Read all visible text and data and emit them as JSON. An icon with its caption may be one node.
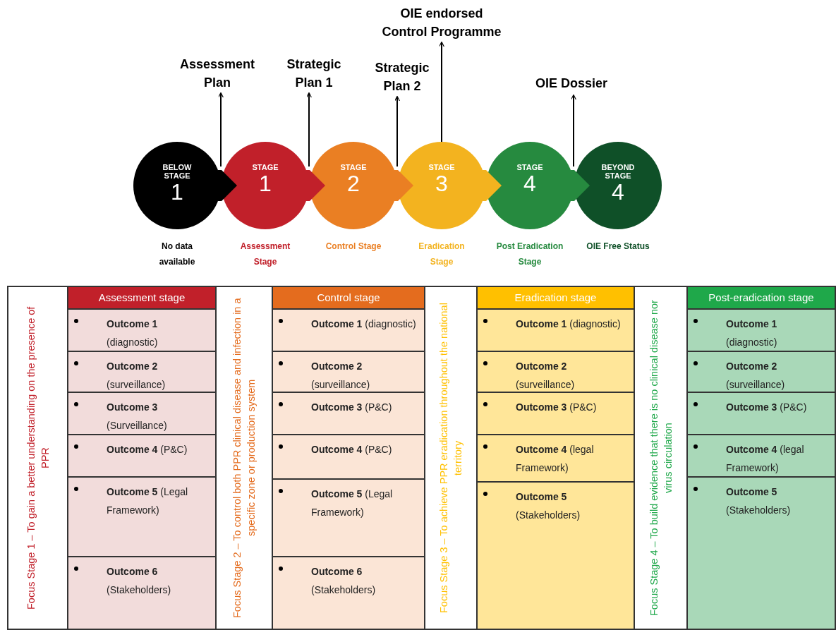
{
  "diagram": {
    "nodes": [
      {
        "text": [
          "Assessment Plan"
        ]
      },
      {
        "text": [
          "Strategic Plan 1"
        ]
      },
      {
        "text": [
          "Strategic Plan 2"
        ]
      },
      {
        "text": [
          "OIE endorsed Control Programme"
        ]
      },
      {
        "text": [
          "OIE Dossier"
        ]
      },
      {
        "text": [
          "BELOW STAGE",
          "1"
        ],
        "beside": [
          "No data available"
        ]
      },
      {
        "text": [
          "STAGE",
          "1"
        ],
        "beside": [
          "Assessment Stage"
        ]
      },
      {
        "text": [
          "STAGE",
          "2"
        ],
        "beside": [
          "Control Stage"
        ]
      },
      {
        "text": [
          "STAGE",
          "3"
        ],
        "beside": [
          "Eradication Stage"
        ]
      },
      {
        "text": [
          "STAGE",
          "4"
        ],
        "beside": [
          "Post Eradication Stage"
        ]
      },
      {
        "text": [
          "BEYOND STAGE",
          "4"
        ],
        "beside": [
          "OIE Free Status"
        ]
      },
      {
        "text": [
          "Focus Stage 1 – To gain a better understanding on the presence of PPR"
        ]
      },
      {
        "text": [
          "Assessment stage"
        ]
      },
      {
        "text": [
          "**Outcome 1** (diagnostic)"
        ],
        "in": 12
      },
      {
        "text": [
          "**Outcome 2** (surveillance)"
        ],
        "in": 12
      },
      {
        "text": [
          "**Outcome 3** (Surveillance)"
        ],
        "in": 12
      },
      {
        "text": [
          "**Outcome 4** (P&C)"
        ],
        "in": 12
      },
      {
        "text": [
          "**Outcome 5** (Legal Framework)"
        ],
        "in": 12
      },
      {
        "text": [
          "**Outcome 6** (Stakeholders)"
        ],
        "in": 12
      },
      {
        "text": [
          "Focus Stage 2 – To control both PPR clinical disease and infection in a specific zone or production system"
        ]
      },
      {
        "text": [
          "Control stage"
        ]
      },
      {
        "text": [
          "**Outcome 1** (diagnostic)"
        ],
        "in": 20
      },
      {
        "text": [
          "**Outcome 2** (surveillance)"
        ],
        "in": 20
      },
      {
        "text": [
          "**Outcome 3** (P&C)"
        ],
        "in": 20
      },
      {
        "text": [
          "**Outcome 4** (P&C)"
        ],
        "in": 20
      },
      {
        "text": [
          "**Outcome 5** (Legal Framework)"
        ],
        "in": 20
      },
      {
        "text": [
          "**Outcome 6** (Stakeholders)"
        ],
        "in": 20
      },
      {
        "text": [
          "Focus Stage 3 – To achieve PPR eradication throughout the national territory"
        ]
      },
      {
        "text": [
          "Eradication stage"
        ]
      },
      {
        "text": [
          "**Outcome 1** (diagnostic)"
        ],
        "in": 28
      },
      {
        "text": [
          "**Outcome 2** (surveillance)"
        ],
        "in": 28
      },
      {
        "text": [
          "**Outcome 3** (P&C)"
        ],
        "in": 28
      },
      {
        "text": [
          "**Outcome 4** (legal Framework)"
        ],
        "in": 28
      },
      {
        "text": [
          "**Outcome 5** (Stakeholders)"
        ],
        "in": 28
      },
      {
        "text": [
          "Focus Stage 4 – To build evidence that there is no clinical disease nor virus circulation"
        ]
      },
      {
        "text": [
          "Post-eradication stage"
        ]
      },
      {
        "text": [
          "**Outcome 1** (diagnostic)"
        ],
        "in": 35
      },
      {
        "text": [
          "**Outcome 2** (surveillance)"
        ],
        "in": 35
      },
      {
        "text": [
          "**Outcome 3** (P&C)"
        ],
        "in": 35
      },
      {
        "text": [
          "**Outcome 4** (legal Framework)"
        ],
        "in": 35
      },
      {
        "text": [
          "**Outcome 5** (Stakeholders)"
        ],
        "in": 35
      }
    ],
    "edges": [
      {
        "from": 5,
        "to": 6,
        "arrow": "to",
        "style": "thick",
        "color": "#000000"
      },
      {
        "from": 6,
        "to": 7,
        "arrow": "to",
        "style": "thick",
        "color": "#c1202a"
      },
      {
        "from": 7,
        "to": 8,
        "arrow": "to",
        "style": "thick",
        "color": "#ea7f23"
      },
      {
        "from": 8,
        "to": 9,
        "arrow": "to",
        "style": "thick",
        "color": "#f3b31f"
      },
      {
        "from": 9,
        "to": 10,
        "arrow": "to",
        "style": "thick",
        "color": "#268a3f"
      },
      {
        "from": 5,
        "to": 0,
        "arrow": "to"
      },
      {
        "from": 6,
        "to": 1,
        "arrow": "to"
      },
      {
        "from": 7,
        "to": 2,
        "arrow": "to"
      },
      {
        "from": 8,
        "to": 3,
        "arrow": "to"
      },
      {
        "from": 9,
        "to": 4,
        "arrow": "to"
      }
    ]
  }
}
